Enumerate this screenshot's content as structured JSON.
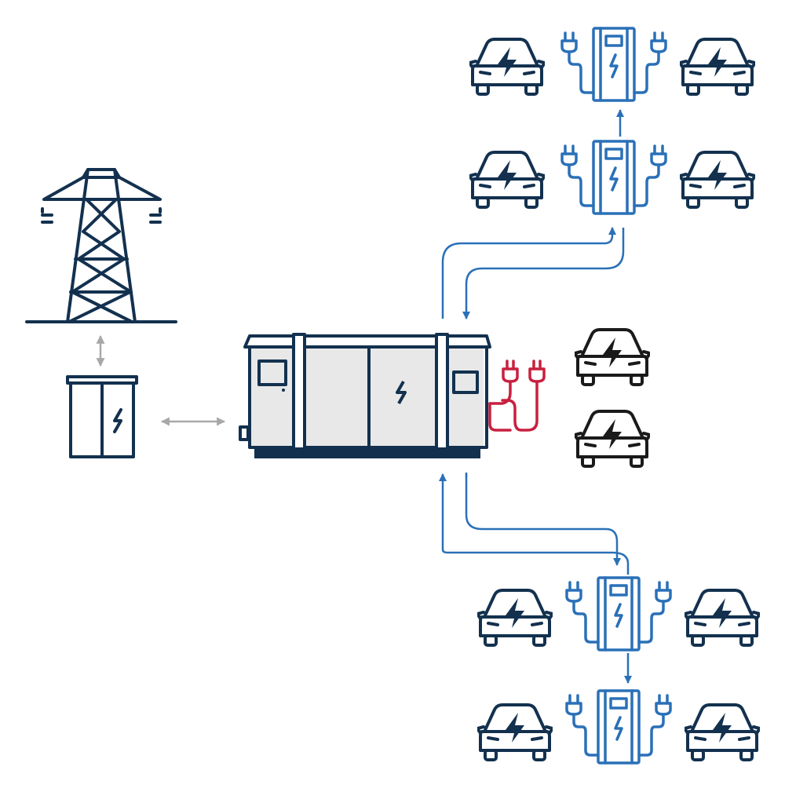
{
  "colors": {
    "navy": "#13314f",
    "blue": "#2a70b8",
    "gray": "#a8a8a8",
    "red": "#c8203f",
    "black": "#1a1a1a",
    "panel": "#e8e8e8",
    "base": "#13314f"
  },
  "nodes": [
    {
      "id": "grid-tower",
      "icon": "transmission-tower-icon"
    },
    {
      "id": "transformer",
      "icon": "transformer-cabinet-icon"
    },
    {
      "id": "battery-storage",
      "icon": "battery-container-icon"
    },
    {
      "id": "direct-connectors",
      "icon": "plug-connector-icon"
    },
    {
      "id": "direct-cars",
      "icon": "electric-car-icon",
      "count": 2
    },
    {
      "id": "charger-top-1",
      "icon": "charging-station-icon",
      "cars": 2
    },
    {
      "id": "charger-top-2",
      "icon": "charging-station-icon",
      "cars": 2
    },
    {
      "id": "charger-bottom-1",
      "icon": "charging-station-icon",
      "cars": 2
    },
    {
      "id": "charger-bottom-2",
      "icon": "charging-station-icon",
      "cars": 2
    }
  ],
  "connections": [
    {
      "from": "grid-tower",
      "to": "transformer",
      "direction": "bidirectional"
    },
    {
      "from": "transformer",
      "to": "battery-storage",
      "direction": "bidirectional"
    },
    {
      "from": "battery-storage",
      "to": "charger-top-1",
      "direction": "bidirectional"
    },
    {
      "from": "charger-top-1",
      "to": "charger-top-2",
      "direction": "forward"
    },
    {
      "from": "battery-storage",
      "to": "charger-bottom-1",
      "direction": "bidirectional"
    },
    {
      "from": "charger-bottom-1",
      "to": "charger-bottom-2",
      "direction": "forward"
    }
  ]
}
